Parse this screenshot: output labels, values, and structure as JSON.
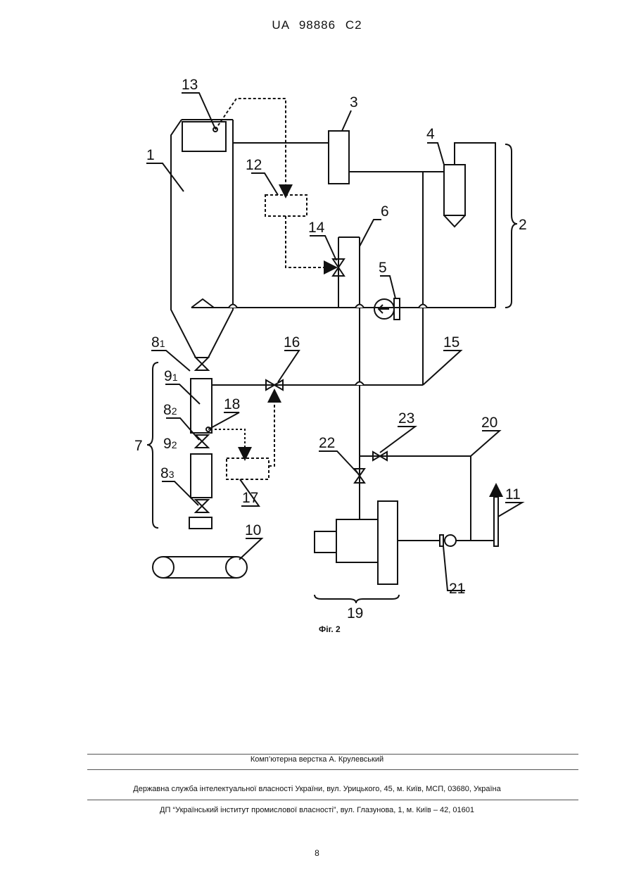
{
  "header": {
    "doc_id": "UA   98886   C2"
  },
  "figure": {
    "caption": "Фіг. 2",
    "labels": {
      "l1": "1",
      "l2": "2",
      "l3": "3",
      "l4": "4",
      "l5": "5",
      "l6": "6",
      "l7": "7",
      "l10": "10",
      "l11": "11",
      "l12": "12",
      "l13": "13",
      "l14": "14",
      "l15": "15",
      "l16": "16",
      "l17": "17",
      "l18": "18",
      "l19": "19",
      "l20": "20",
      "l21": "21",
      "l22": "22",
      "l23": "23",
      "l8": "8",
      "l9": "9",
      "sub1": "1",
      "sub2": "2",
      "sub3": "3"
    }
  },
  "footer": {
    "typesetting": "Комп’ютерна верстка А. Крулевський",
    "agency": "Державна служба інтелектуальної власності України, вул. Урицького, 45, м. Київ, МСП, 03680, Україна",
    "institute": "ДП “Український інститут промислової власності”, вул. Глазунова, 1, м. Київ – 42, 01601"
  },
  "page_number": "8",
  "colors": {
    "ink": "#111111",
    "rule": "#555555"
  }
}
